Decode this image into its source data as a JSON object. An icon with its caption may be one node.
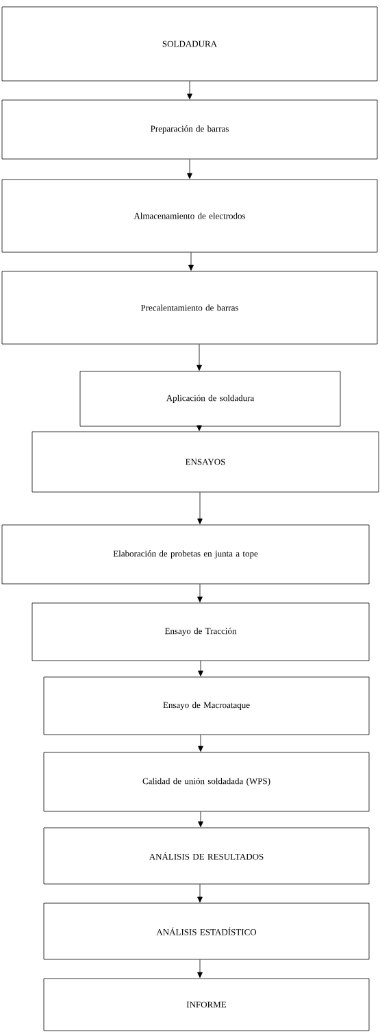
{
  "diagram": {
    "nodes": [
      {
        "text": [
          "SOLDADURA"
        ]
      },
      {
        "text": [
          "Preparación de barras"
        ]
      },
      {
        "text": [
          "Almacenamiento de electrodos"
        ]
      },
      {
        "text": [
          "Precalentamiento de barras"
        ]
      },
      {
        "text": [
          "Aplicación de soldadura"
        ]
      },
      {
        "text": [
          "ENSAYOS"
        ]
      },
      {
        "text": [
          "Elaboración de probetas en junta a tope"
        ]
      },
      {
        "text": [
          "Ensayo de Tracción"
        ]
      },
      {
        "text": [
          "Ensayo de Macroataque"
        ]
      },
      {
        "text": [
          "Calidad de unión soldadada (WPS)"
        ]
      },
      {
        "text": [
          "ANÁLISIS DE RESULTADOS"
        ]
      },
      {
        "text": [
          "ANÁLISIS ESTADÍSTICO"
        ]
      },
      {
        "text": [
          "INFORME"
        ]
      }
    ],
    "edges": [
      {
        "from": 0,
        "to": 1,
        "arrow": "to"
      },
      {
        "from": 1,
        "to": 2,
        "arrow": "to"
      },
      {
        "from": 2,
        "to": 3,
        "arrow": "to"
      },
      {
        "from": 3,
        "to": 4,
        "arrow": "to"
      },
      {
        "from": 4,
        "to": 5,
        "arrow": "to"
      },
      {
        "from": 5,
        "to": 6,
        "arrow": "to"
      },
      {
        "from": 6,
        "to": 7,
        "arrow": "to"
      },
      {
        "from": 7,
        "to": 8,
        "arrow": "to"
      },
      {
        "from": 8,
        "to": 9,
        "arrow": "to"
      },
      {
        "from": 9,
        "to": 10,
        "arrow": "to"
      },
      {
        "from": 10,
        "to": 11,
        "arrow": "to"
      },
      {
        "from": 11,
        "to": 12,
        "arrow": "to"
      }
    ]
  }
}
